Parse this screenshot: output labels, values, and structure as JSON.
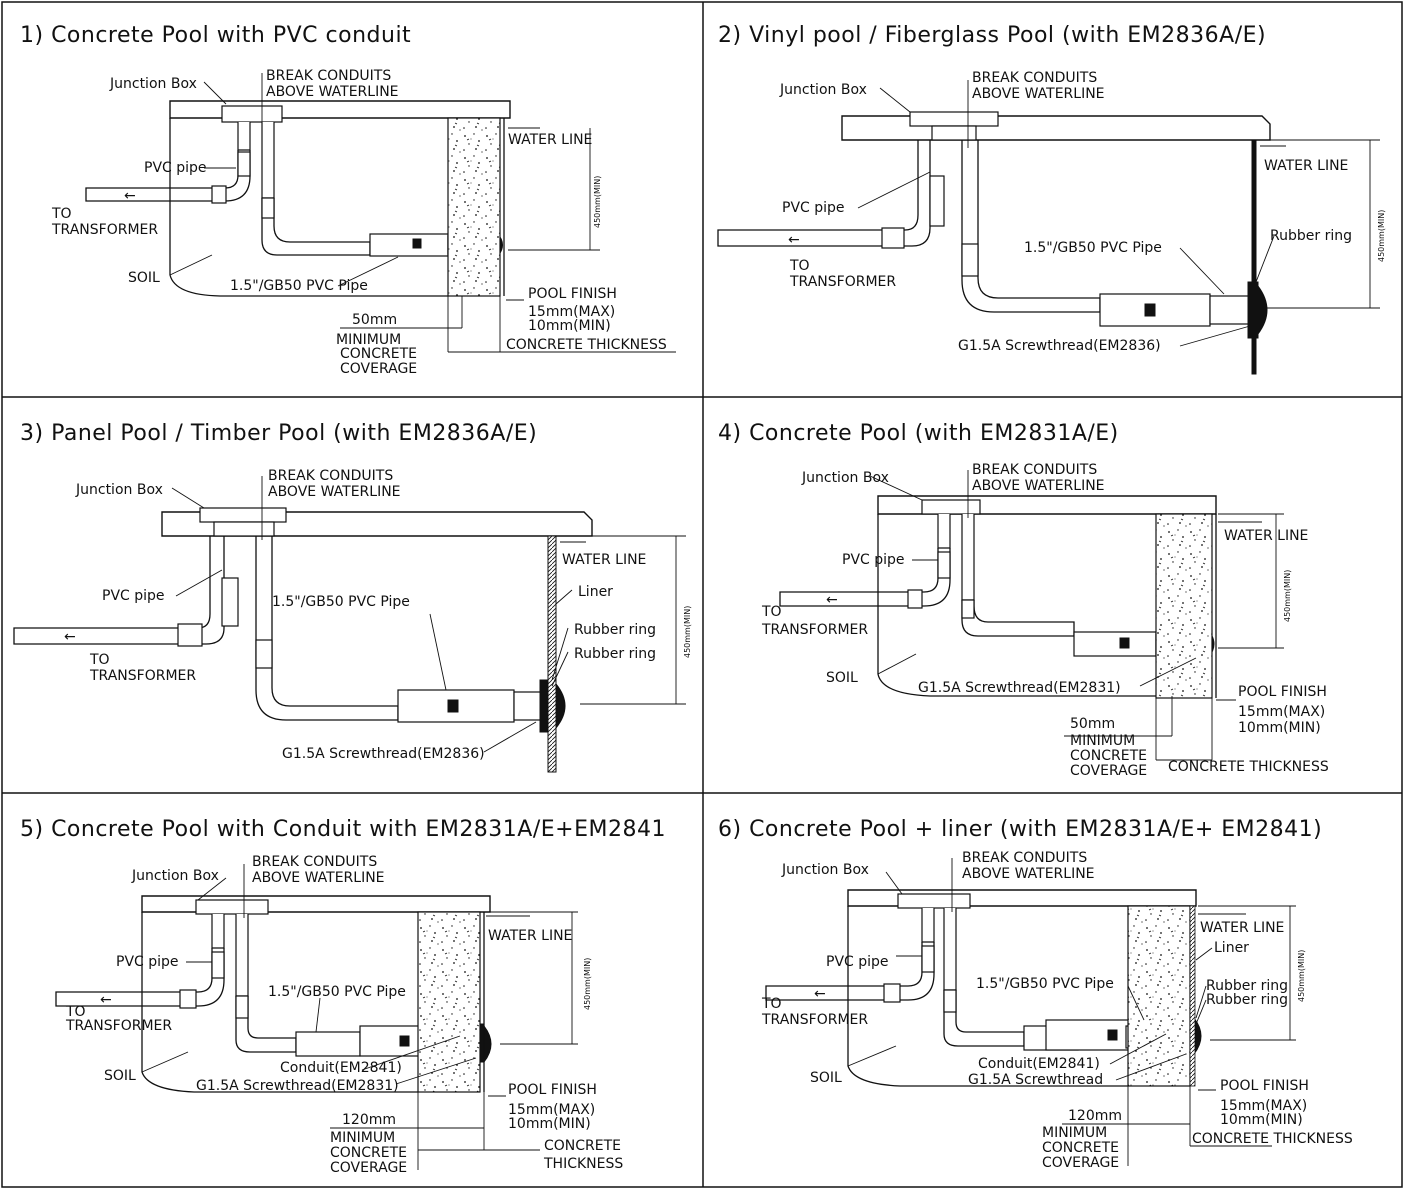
{
  "panels": [
    {
      "title": "1) Concrete Pool with PVC conduit",
      "labels": {
        "junction_box": "Junction Box",
        "break_1": "BREAK CONDUITS",
        "break_2": "ABOVE WATERLINE",
        "pvc_pipe": "PVC pipe",
        "to": "TO",
        "transformer": "TRANSFORMER",
        "soil": "SOIL",
        "gb50": "1.5\"/GB50 PVC Pipe",
        "water_line": "WATER LINE",
        "depth": "450mm(MIN)",
        "pool_finish": "POOL FINISH",
        "max": "15mm(MAX)",
        "min": "10mm(MIN)",
        "cover_mm": "50mm",
        "minimum": "MINIMUM",
        "concrete": "CONCRETE",
        "coverage": "COVERAGE",
        "thickness": "CONCRETE THICKNESS"
      }
    },
    {
      "title": "2) Vinyl pool / Fiberglass Pool (with EM2836A/E)",
      "labels": {
        "junction_box": "Junction Box",
        "break_1": "BREAK CONDUITS",
        "break_2": "ABOVE WATERLINE",
        "pvc_pipe": "PVC pipe",
        "to": "TO",
        "transformer": "TRANSFORMER",
        "gb50": "1.5\"/GB50 PVC Pipe",
        "water_line": "WATER LINE",
        "rubber_ring": "Rubber ring",
        "depth": "450mm(MIN)",
        "thread": "G1.5A Screwthread(EM2836)"
      }
    },
    {
      "title": "3) Panel Pool / Timber Pool (with EM2836A/E)",
      "labels": {
        "junction_box": "Junction Box",
        "break_1": "BREAK CONDUITS",
        "break_2": "ABOVE WATERLINE",
        "pvc_pipe": "PVC pipe",
        "to": "TO",
        "transformer": "TRANSFORMER",
        "gb50": "1.5\"/GB50 PVC Pipe",
        "water_line": "WATER LINE",
        "liner": "Liner",
        "rubber_ring_1": "Rubber ring",
        "rubber_ring_2": "Rubber ring",
        "depth": "450mm(MIN)",
        "thread": "G1.5A Screwthread(EM2836)"
      }
    },
    {
      "title": "4) Concrete Pool (with EM2831A/E)",
      "labels": {
        "junction_box": "Junction Box",
        "break_1": "BREAK CONDUITS",
        "break_2": "ABOVE WATERLINE",
        "pvc_pipe": "PVC pipe",
        "to": "TO",
        "transformer": "TRANSFORMER",
        "soil": "SOIL",
        "water_line": "WATER LINE",
        "depth": "450mm(MIN)",
        "thread": "G1.5A Screwthread(EM2831)",
        "pool_finish": "POOL FINISH",
        "max": "15mm(MAX)",
        "min": "10mm(MIN)",
        "cover_mm": "50mm",
        "minimum": "MINIMUM",
        "concrete": "CONCRETE",
        "coverage": "COVERAGE",
        "thickness": "CONCRETE THICKNESS"
      }
    },
    {
      "title": "5) Concrete Pool with Conduit with EM2831A/E+EM2841",
      "labels": {
        "junction_box": "Junction Box",
        "break_1": "BREAK CONDUITS",
        "break_2": "ABOVE WATERLINE",
        "pvc_pipe": "PVC pipe",
        "to": "TO",
        "transformer": "TRANSFORMER",
        "soil": "SOIL",
        "gb50": "1.5\"/GB50 PVC Pipe",
        "water_line": "WATER LINE",
        "depth": "450mm(MIN)",
        "conduit": "Conduit(EM2841)",
        "thread": "G1.5A Screwthread(EM2831)",
        "pool_finish": "POOL FINISH",
        "max": "15mm(MAX)",
        "min": "10mm(MIN)",
        "cover_mm": "120mm",
        "minimum": "MINIMUM",
        "concrete": "CONCRETE",
        "coverage": "COVERAGE",
        "concrete2": "CONCRETE",
        "thickness": "THICKNESS"
      }
    },
    {
      "title": "6) Concrete Pool + liner (with EM2831A/E+ EM2841)",
      "labels": {
        "junction_box": "Junction Box",
        "break_1": "BREAK CONDUITS",
        "break_2": "ABOVE WATERLINE",
        "pvc_pipe": "PVC pipe",
        "to": "TO",
        "transformer": "TRANSFORMER",
        "soil": "SOIL",
        "gb50": "1.5\"/GB50 PVC Pipe",
        "water_line": "WATER LINE",
        "liner": "Liner",
        "rubber_ring_1": "Rubber ring",
        "rubber_ring_2": "Rubber ring",
        "depth": "450mm(MIN)",
        "conduit": "Conduit(EM2841)",
        "thread": "G1.5A Screwthread",
        "pool_finish": "POOL FINISH",
        "max": "15mm(MAX)",
        "min": "10mm(MIN)",
        "cover_mm": "120mm",
        "minimum": "MINIMUM",
        "concrete": "CONCRETE",
        "coverage": "COVERAGE",
        "thickness": "CONCRETE THICKNESS"
      }
    }
  ]
}
